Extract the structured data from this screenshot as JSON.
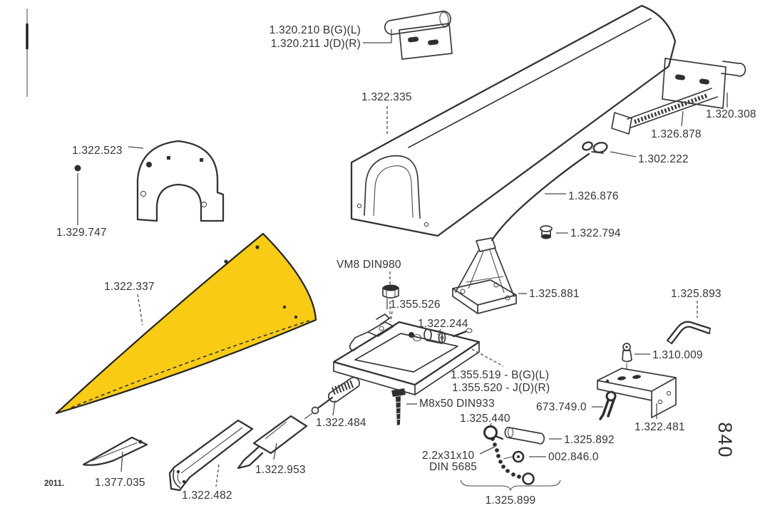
{
  "diagram": {
    "page_number_vertical": "840",
    "footer_note": "2011.",
    "colors": {
      "highlight_yellow": "#F9CB15",
      "line": "#3a3a3a"
    },
    "labels": {
      "p1320210": "1.320.210 B(G)(L)",
      "p1320211": "1.320.211 J(D)(R)",
      "p1322335": "1.322.335",
      "p1320308": "1.320.308",
      "p1326878": "1.326.878",
      "p1322523": "1.322.523",
      "p1329747": "1.329.747",
      "p1302222": "1.302.222",
      "p1326876": "1.326.876",
      "p1322794": "1.322.794",
      "p1322337": "1.322.337",
      "vm8": "VM8 DIN980",
      "p1355526": "1.355.526",
      "p1322244": "1.322.244",
      "p1325881": "1.325.881",
      "p1325893": "1.325.893",
      "p1310009": "1.310.009",
      "p1355519": "1.355.519 - B(G)(L)",
      "p1355520": "1.355.520 - J(D)(R)",
      "m8x50": "M8x50 DIN933",
      "p6737490": "673.749.0",
      "p1322481": "1.322.481",
      "p1325440": "1.325.440",
      "p1325892": "1.325.892",
      "chain_size": "2.2x31x10",
      "chain_din": "DIN 5685",
      "p0028460": "002.846.0",
      "p1325899": "1.325.899",
      "p1322484": "1.322.484",
      "p1322953": "1.322.953",
      "p1322482": "1.322.482",
      "p1377035": "1.377.035"
    }
  }
}
